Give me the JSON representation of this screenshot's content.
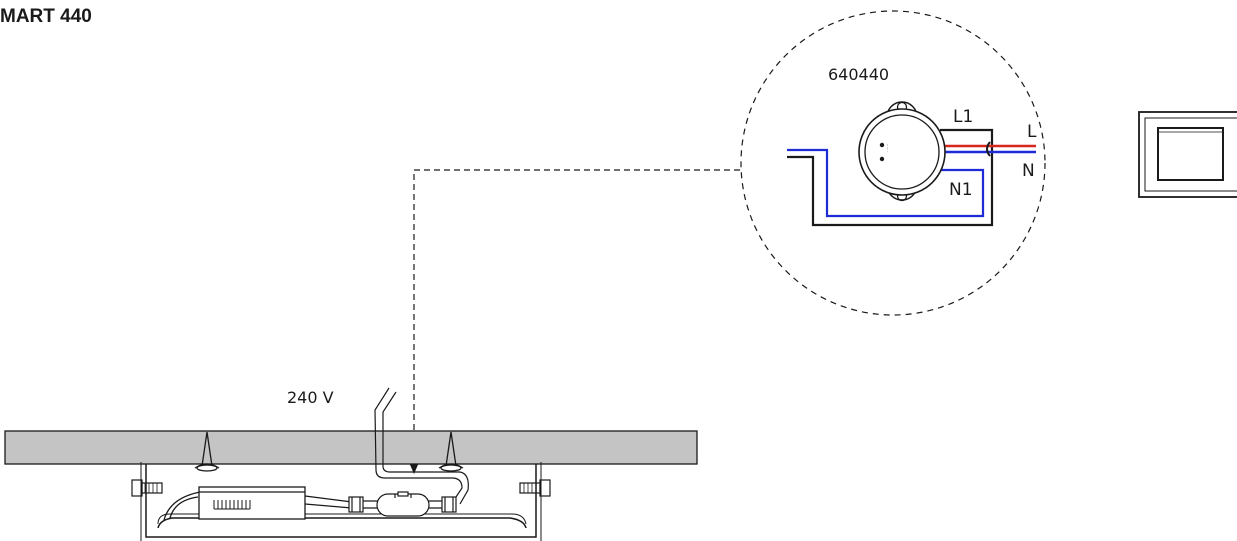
{
  "title": "MART 440",
  "module_label": "640440",
  "voltage_label": "240 V",
  "wires": {
    "l1": "L1",
    "n1": "N1",
    "l": "L",
    "n": "N"
  },
  "colors": {
    "line": "#1a1a1a",
    "ceiling_fill": "#c4c4c4",
    "live_wire": "#d7261e",
    "neutral_wire": "#1f2bd6"
  }
}
